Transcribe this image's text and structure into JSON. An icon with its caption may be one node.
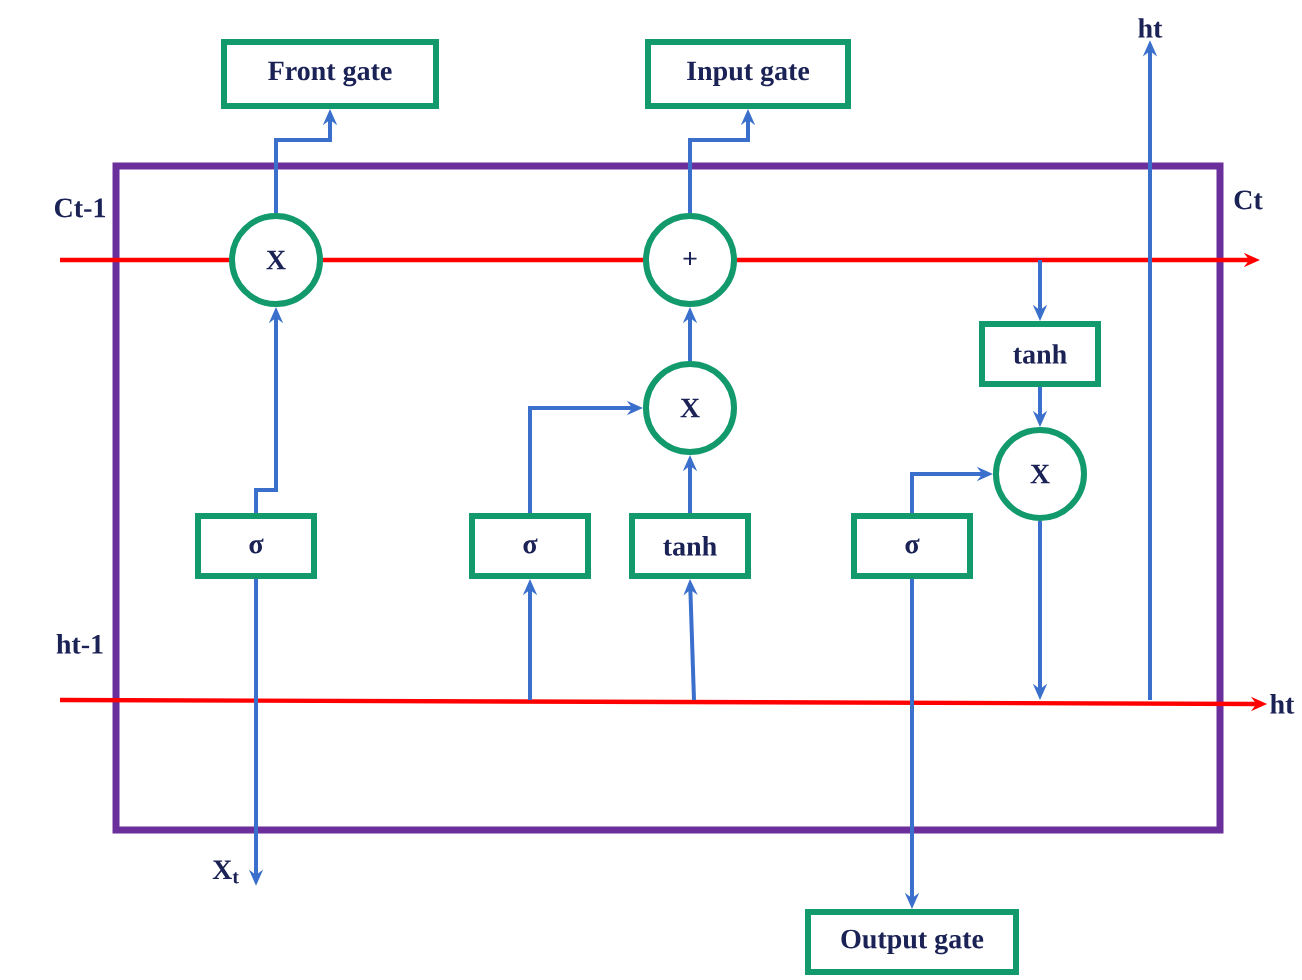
{
  "diagram": {
    "nodes": [
      {
        "text": [
          "Front gate"
        ]
      },
      {
        "text": [
          "Input gate"
        ]
      },
      {
        "text": [
          "X"
        ]
      },
      {
        "text": [
          "+"
        ]
      },
      {
        "text": [
          "X"
        ]
      },
      {
        "text": [
          "tanh"
        ]
      },
      {
        "text": [
          "X"
        ]
      },
      {
        "text": [
          "σ"
        ]
      },
      {
        "text": [
          "σ"
        ]
      },
      {
        "text": [
          "tanh"
        ]
      },
      {
        "text": [
          "σ"
        ]
      },
      {
        "text": [
          "Output gate"
        ]
      },
      {
        "text": [
          "ht"
        ]
      },
      {
        "text": [
          "ht"
        ]
      },
      {
        "text": [
          "X$_{t}$"
        ]
      }
    ],
    "edges": [
      {
        "from": null,
        "to": 2,
        "arrow": "none",
        "color": "#ff0000"
      },
      {
        "from": 2,
        "to": 3,
        "arrow": "none",
        "color": "#ff0000"
      },
      {
        "from": 3,
        "to": null,
        "arrow": "to",
        "color": "#ff0000"
      },
      {
        "from": null,
        "to": 13,
        "arrow": "to",
        "color": "#ff0000"
      },
      {
        "from": 2,
        "to": 0,
        "arrow": "to"
      },
      {
        "from": 7,
        "to": 2,
        "arrow": "to"
      },
      {
        "from": 3,
        "to": 1,
        "arrow": "to"
      },
      {
        "from": 4,
        "to": 3,
        "arrow": "to"
      },
      {
        "from": 8,
        "to": 4,
        "arrow": "to"
      },
      {
        "from": 9,
        "to": 4,
        "arrow": "to"
      },
      {
        "from": null,
        "to": 5,
        "arrow": "to"
      },
      {
        "from": 5,
        "to": 6,
        "arrow": "to"
      },
      {
        "from": 10,
        "to": 6,
        "arrow": "to"
      },
      {
        "from": 10,
        "to": 11,
        "arrow": "to"
      },
      {
        "from": 7,
        "to": 14,
        "arrow": "to"
      },
      {
        "from": 6,
        "to": null,
        "arrow": "to"
      },
      {
        "from": null,
        "to": 8,
        "arrow": "to"
      },
      {
        "from": null,
        "to": 9,
        "arrow": "to"
      },
      {
        "from": null,
        "to": 12,
        "arrow": "to"
      }
    ],
    "labels": [
      "Ct-1",
      "Ct",
      "ht-1"
    ]
  }
}
